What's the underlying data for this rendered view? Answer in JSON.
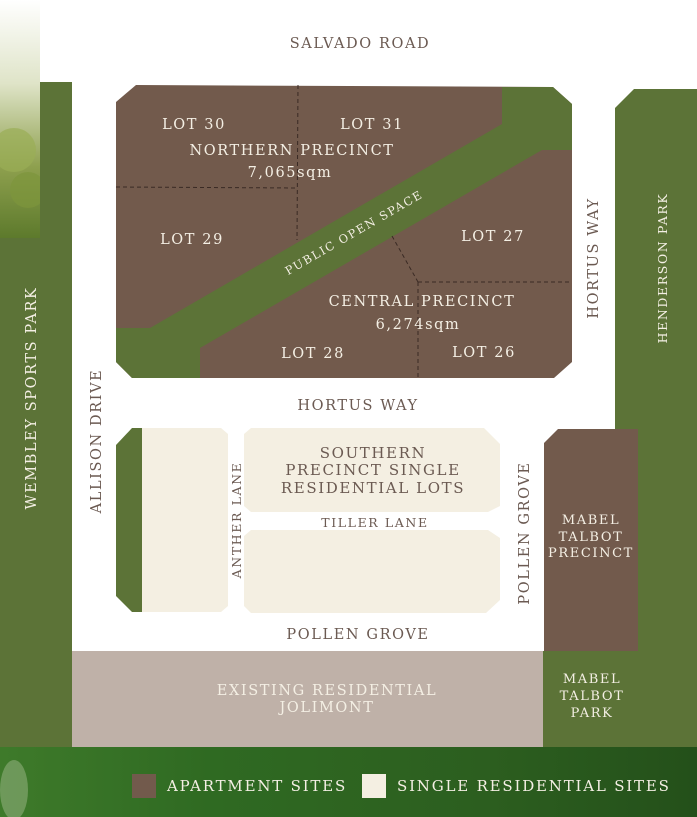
{
  "map": {
    "colors": {
      "park_green": "#5c7337",
      "apartment_brown": "#725a4c",
      "single_residential_cream": "#f4efe2",
      "existing_residential_taupe": "#bfb1a8",
      "road_label": "#6b5a52",
      "footer_green": "#2f5f22"
    },
    "roads": {
      "salvado_road": "SALVADO ROAD",
      "hortus_way_horizontal": "HORTUS WAY",
      "hortus_way_vertical": "HORTUS WAY",
      "allison_drive": "ALLISON DRIVE",
      "anther_lane": "ANTHER LANE",
      "tiller_lane": "TILLER LANE",
      "pollen_grove_horizontal": "POLLEN GROVE",
      "pollen_grove_vertical": "POLLEN GROVE"
    },
    "parks": {
      "wembley_sports_park": "WEMBLEY SPORTS PARK",
      "henderson_park": "HENDERSON PARK",
      "mabel_talbot_park": [
        "MABEL",
        "TALBOT",
        "PARK"
      ],
      "public_open_space": "PUBLIC OPEN SPACE"
    },
    "northern_precinct": {
      "name": "NORTHERN PRECINCT",
      "area": "7,065sqm",
      "lots": [
        "LOT 30",
        "LOT 31",
        "LOT 29"
      ]
    },
    "central_precinct": {
      "name": "CENTRAL PRECINCT",
      "area": "6,274sqm",
      "lots": [
        "LOT 27",
        "LOT 28",
        "LOT 26"
      ]
    },
    "southern_precinct": {
      "lines": [
        "SOUTHERN",
        "PRECINCT SINGLE",
        "RESIDENTIAL LOTS"
      ]
    },
    "mabel_talbot_precinct": {
      "lines": [
        "MABEL",
        "TALBOT",
        "PRECINCT"
      ]
    },
    "existing_residential": {
      "lines": [
        "EXISTING RESIDENTIAL",
        "JOLIMONT"
      ]
    }
  },
  "legend": {
    "items": [
      {
        "label": "APARTMENT SITES",
        "color": "#725a4c"
      },
      {
        "label": "SINGLE RESIDENTIAL SITES",
        "color": "#f4efe2"
      }
    ]
  }
}
